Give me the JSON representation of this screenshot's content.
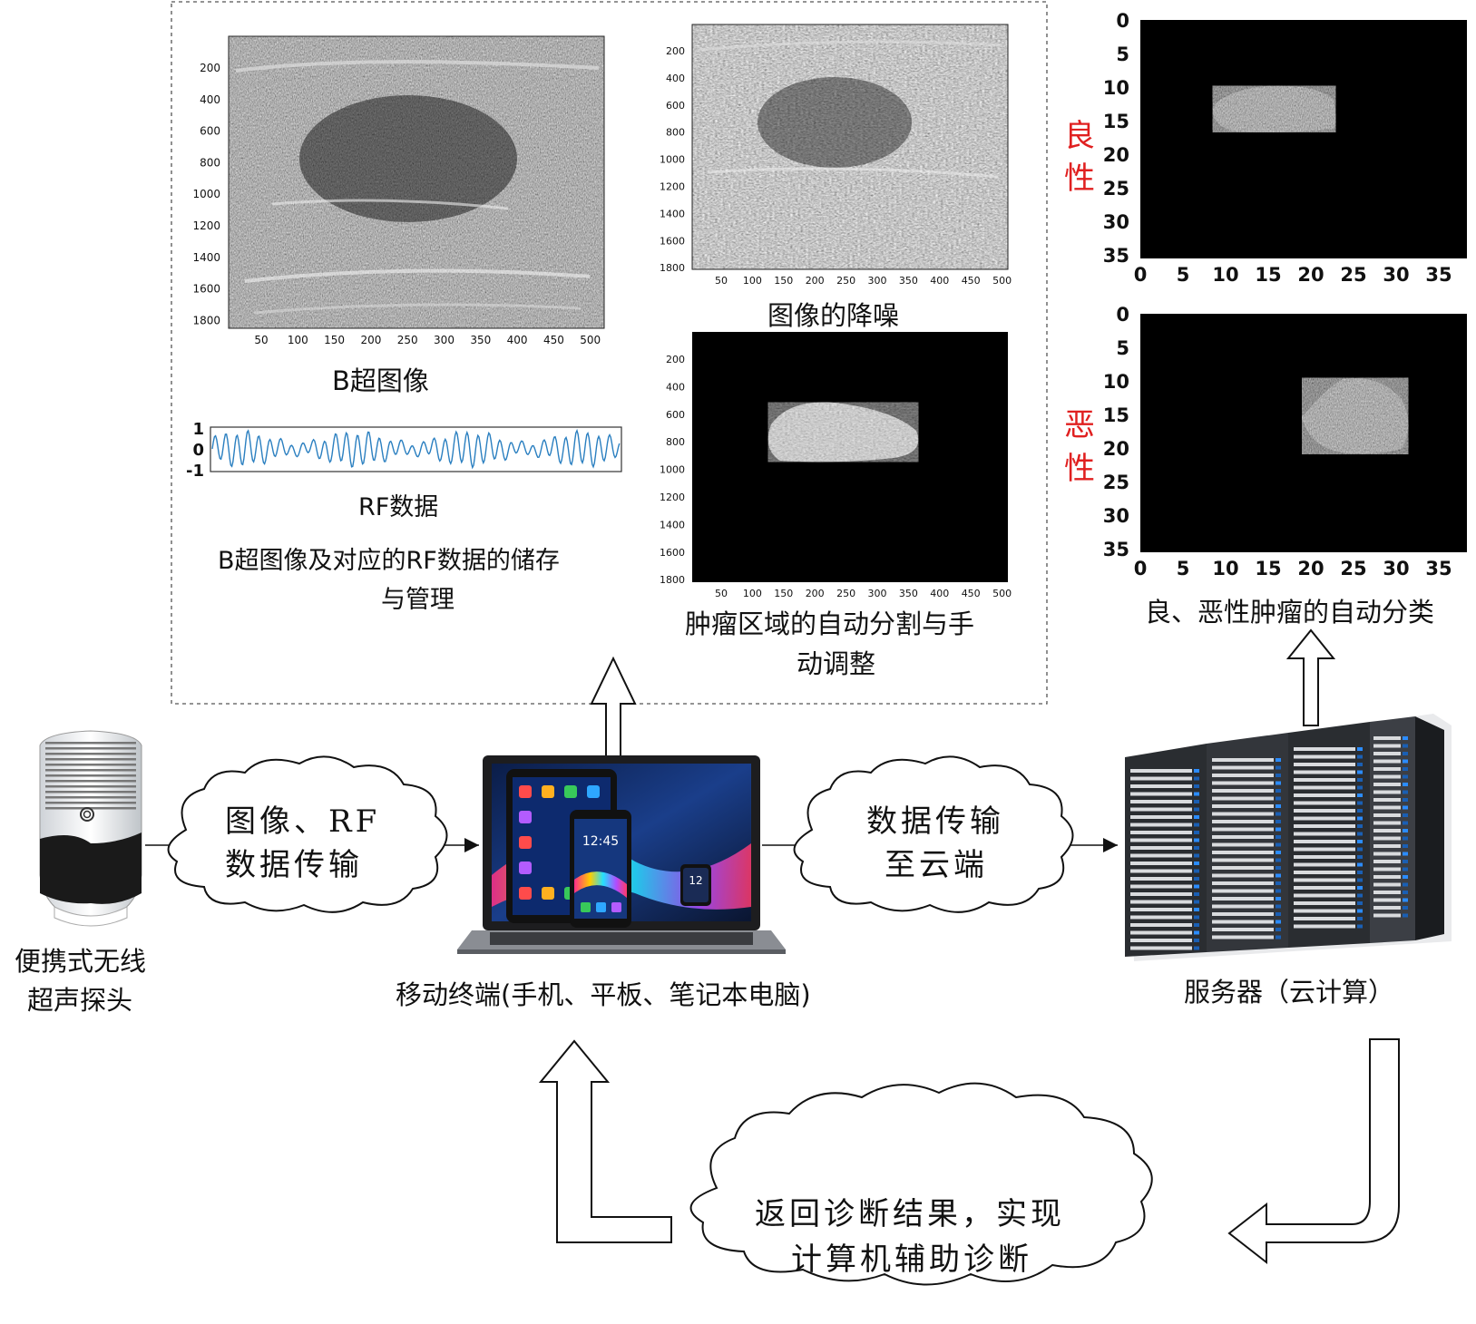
{
  "panel_titles": {
    "bmode": "B超图像",
    "rf": "RF数据",
    "storage": "B超图像及对应的RF数据的储存与管理",
    "storage_line1": "B超图像及对应的RF数据的储存",
    "storage_line2": "与管理",
    "denoise": "图像的降噪",
    "segmentation_line1": "肿瘤区域的自动分割与手",
    "segmentation_line2": "动调整",
    "classification": "良、恶性肿瘤的自动分类"
  },
  "class_labels": {
    "benign": [
      "良",
      "性"
    ],
    "malignant": [
      "恶",
      "性"
    ],
    "color": "#e02020"
  },
  "devices": {
    "probe_line1": "便携式无线",
    "probe_line2": "超声探头",
    "mobile": "移动终端(手机、平板、笔记本电脑)",
    "server": "服务器（云计算）",
    "phone_clock": "12:45",
    "watch_time": "12"
  },
  "clouds": {
    "transfer_line1": "图像、RF",
    "transfer_line2": "数据传输",
    "cloud_line1": "数据传输",
    "cloud_line2": "至云端",
    "result_line1": "返回诊断结果，实现",
    "result_line2": "计算机辅助诊断"
  },
  "axes": {
    "bmode_y": [
      "200",
      "400",
      "600",
      "800",
      "1000",
      "1200",
      "1400",
      "1600",
      "1800"
    ],
    "bmode_x": [
      "50",
      "100",
      "150",
      "200",
      "250",
      "300",
      "350",
      "400",
      "450",
      "500"
    ],
    "rf_y": [
      "1",
      "0",
      "-1"
    ],
    "class_ticks": [
      "0",
      "5",
      "10",
      "15",
      "20",
      "25",
      "30",
      "35"
    ]
  },
  "icons": [
    "ultrasound-probe-icon",
    "laptop-icon",
    "tablet-icon",
    "phone-icon",
    "smartwatch-icon",
    "server-rack-icon",
    "cloud-icon",
    "arrow-icon"
  ]
}
